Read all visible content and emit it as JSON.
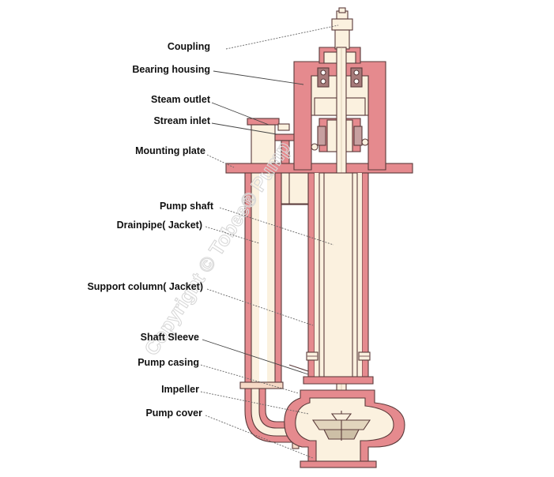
{
  "labels": {
    "coupling": "Coupling",
    "bearing_housing": "Bearing housing",
    "steam_outlet": "Steam outlet",
    "stream_inlet": "Stream inlet",
    "mounting_plate": "Mounting plate",
    "pump_shaft": "Pump shaft",
    "drainpipe": "Drainpipe( Jacket)",
    "support_column": "Support column( Jacket)",
    "shaft_sleeve": "Shaft Sleeve",
    "pump_casing": "Pump casing",
    "impeller": "Impeller",
    "pump_cover": "Pump cover"
  },
  "watermark": "Copyright © Tobee® Pump",
  "colors": {
    "metal_section": "#e58a8e",
    "body_fill": "#fbf1df",
    "outline": "#5a3a3a"
  }
}
